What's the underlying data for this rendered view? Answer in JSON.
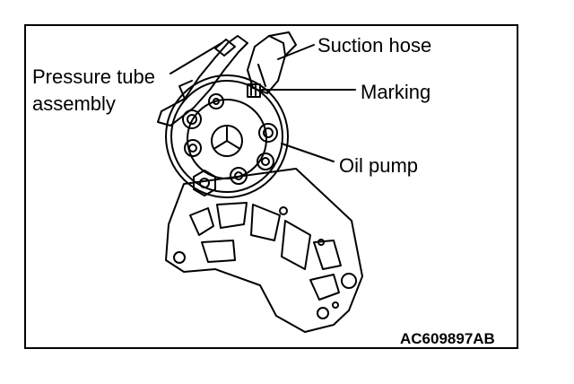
{
  "labels": {
    "pressure_tube_line1": "Pressure tube",
    "pressure_tube_line2": "assembly",
    "suction_hose": "Suction hose",
    "marking": "Marking",
    "oil_pump": "Oil pump"
  },
  "figure_code": "AC609897AB"
}
